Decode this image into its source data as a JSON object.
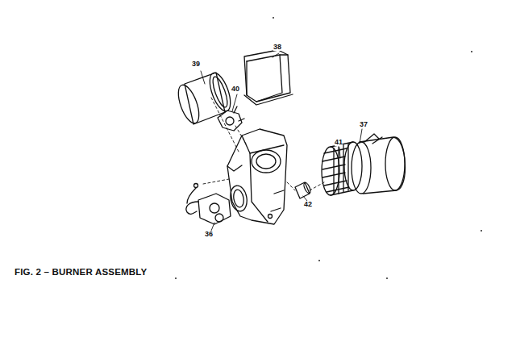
{
  "diagram": {
    "caption": "FIG. 2 – BURNER ASSEMBLY",
    "labels": [
      "39",
      "38",
      "40",
      "37",
      "41",
      "42",
      "36"
    ]
  }
}
